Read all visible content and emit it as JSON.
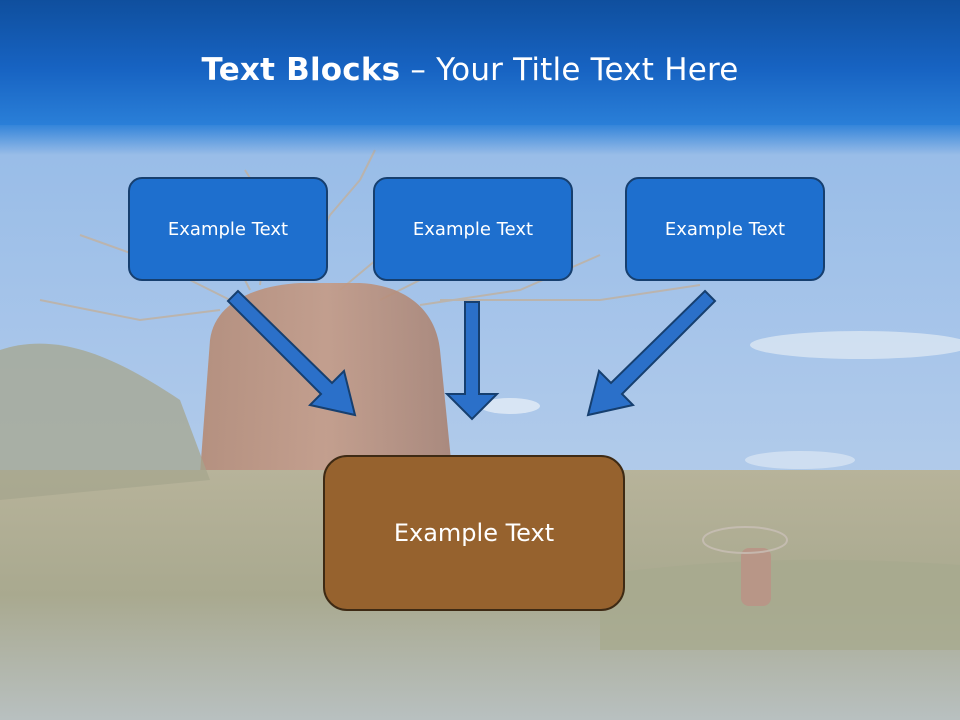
{
  "slide": {
    "title_bold": "Text Blocks",
    "title_dash": " – ",
    "title_rest": "Your Title Text Here"
  },
  "blocks": [
    {
      "label": "Example Text"
    },
    {
      "label": "Example Text"
    },
    {
      "label": "Example Text"
    }
  ],
  "target": {
    "label": "Example Text"
  },
  "colors": {
    "header_blue": "#1565c0",
    "block_fill": "#1e6fce",
    "block_border": "#163f6f",
    "target_fill": "#96622e",
    "target_border": "#3e2a14",
    "arrow_fill": "#2b70c9"
  }
}
